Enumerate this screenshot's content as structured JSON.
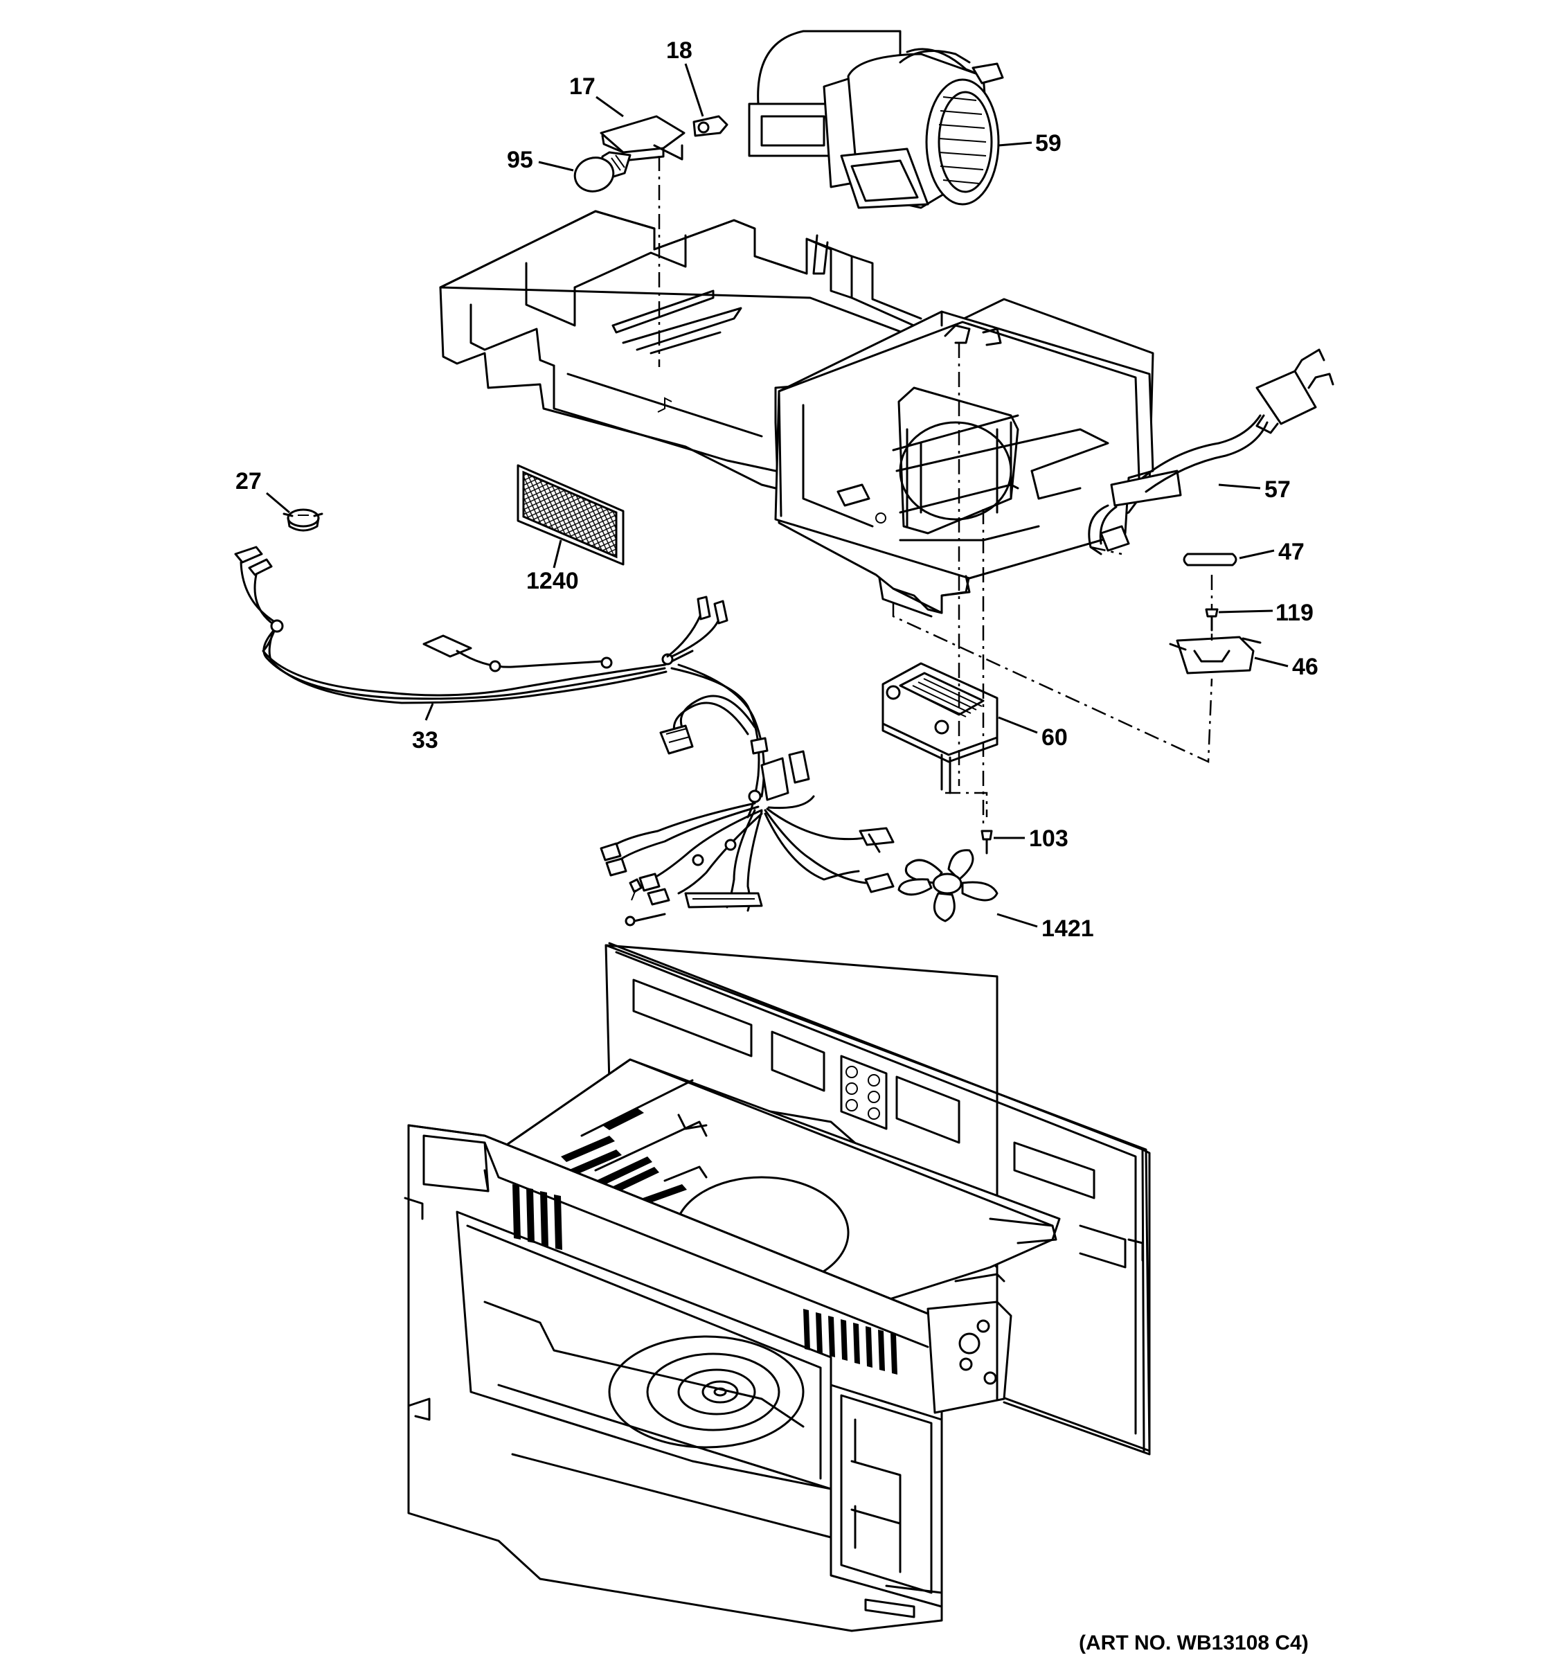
{
  "diagram": {
    "part_labels": {
      "p18": "18",
      "p17": "17",
      "p95": "95",
      "p59": "59",
      "p27": "27",
      "p1240": "1240",
      "p57": "57",
      "p47": "47",
      "p119": "119",
      "p46": "46",
      "p33": "33",
      "p60": "60",
      "p103": "103",
      "p1421": "1421"
    },
    "art_number": "(ART NO. WB13108 C4)"
  }
}
